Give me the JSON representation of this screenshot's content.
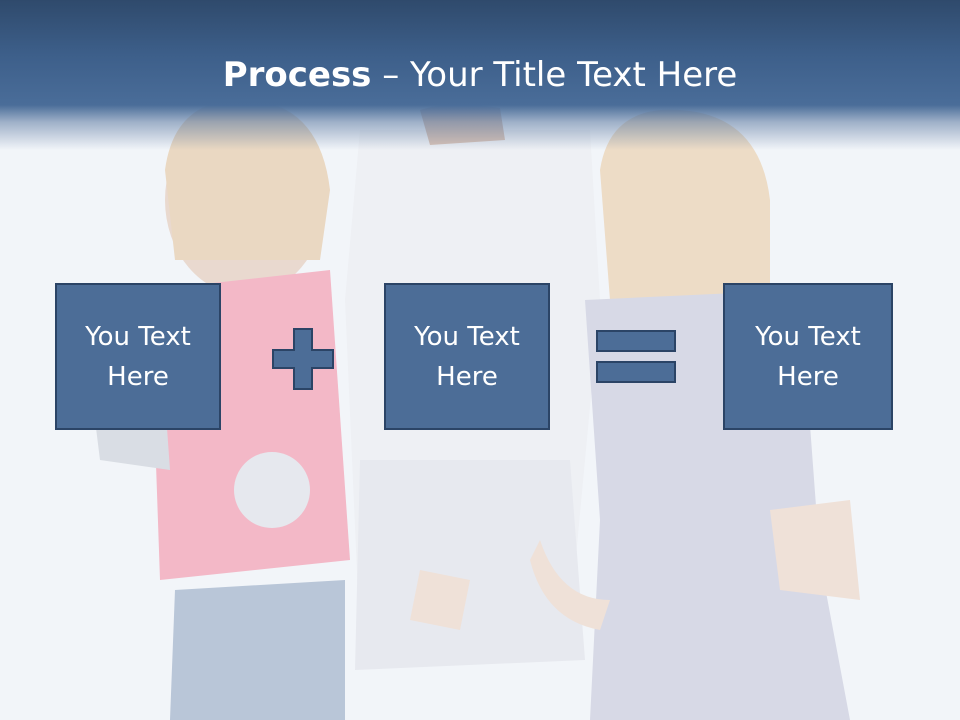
{
  "slide": {
    "title_bold": "Process",
    "title_rest": " – Your Title Text Here"
  },
  "process": {
    "boxes": [
      {
        "label": "You Text Here"
      },
      {
        "label": "You Text Here"
      },
      {
        "label": "You Text Here"
      }
    ],
    "operators": [
      "plus-icon",
      "equals-icon"
    ]
  },
  "colors": {
    "header": "#3d5f8a",
    "box_fill": "#4c6d97",
    "box_border": "#2b4466"
  }
}
